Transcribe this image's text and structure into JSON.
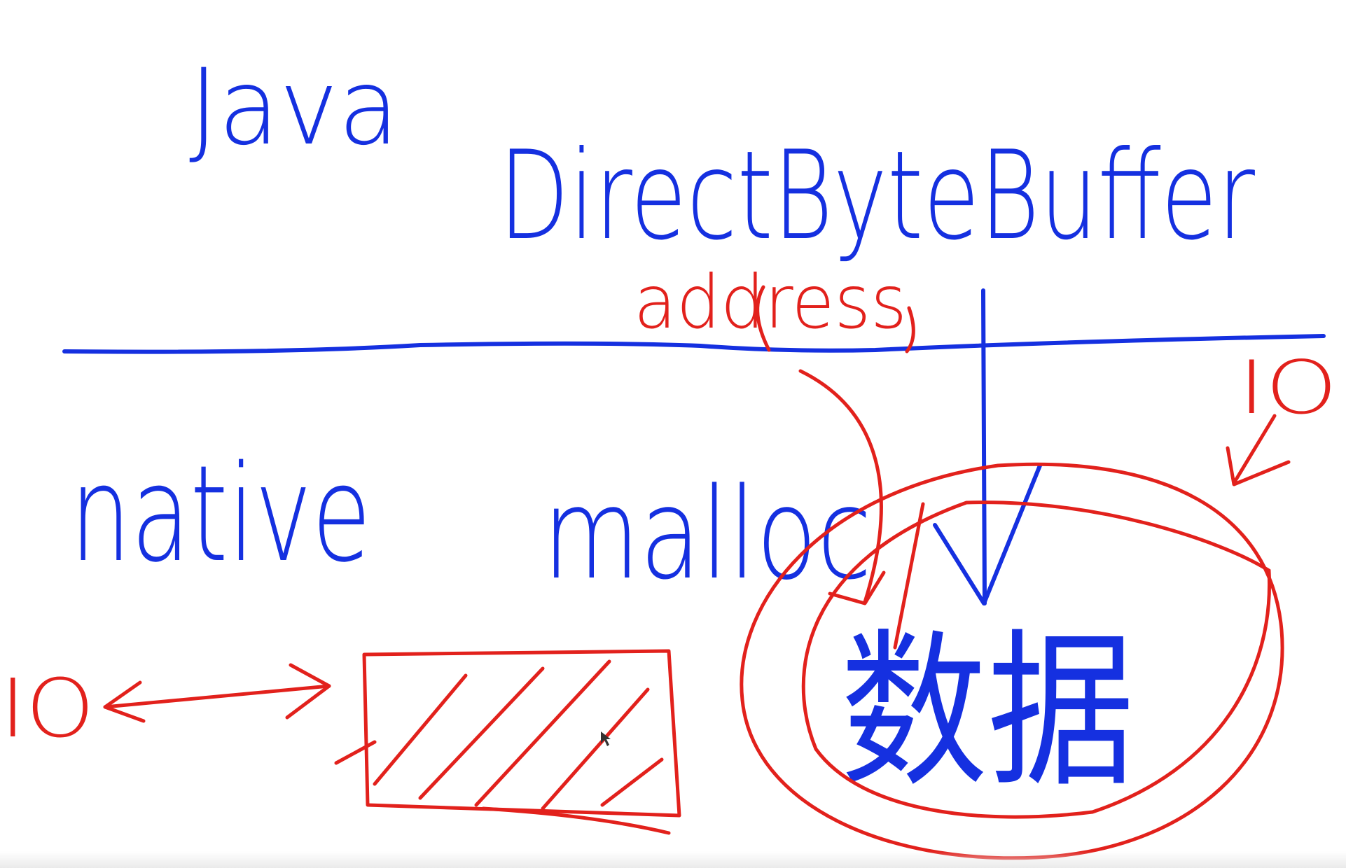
{
  "labels": {
    "java": "Java",
    "direct_byte_buffer": "DirectByteBuffer",
    "address": "address",
    "native": "native",
    "malloc": "malloc",
    "data": "数据",
    "io_left": "IO",
    "io_right": "IO"
  },
  "colors": {
    "blue": "#1530e0",
    "red": "#e2211c",
    "background": "#ffffff"
  }
}
